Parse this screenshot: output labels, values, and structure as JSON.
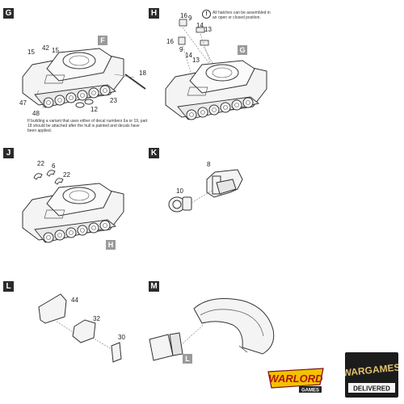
{
  "steps": {
    "g": {
      "label": "G",
      "sub_badge": "F",
      "parts": [
        "15",
        "15",
        "42",
        "18",
        "23",
        "12",
        "47",
        "48"
      ]
    },
    "h": {
      "label": "H",
      "sub_badge": "G",
      "parts": [
        "16",
        "9",
        "14",
        "13",
        "16",
        "9",
        "14",
        "13"
      ],
      "note": "All hatches can be assembled in an open or closed position."
    },
    "j": {
      "label": "J",
      "sub_badge": "H",
      "parts": [
        "22",
        "6",
        "22"
      ]
    },
    "k": {
      "label": "K",
      "parts": [
        "8",
        "10"
      ]
    },
    "l": {
      "label": "L",
      "parts": [
        "44",
        "32",
        "30"
      ]
    },
    "m": {
      "label": "M",
      "sub_badge": "L"
    }
  },
  "g_note": "If building a variant that uses either of decal numbers 6a or 19, part 18 should be attached after the hull is painted and decals have been applied.",
  "logos": {
    "warlord": "WARLORD",
    "warlord_sub": "GAMES",
    "wargames_top": "WARGAMES",
    "wargames_bottom": "DELIVERED"
  }
}
